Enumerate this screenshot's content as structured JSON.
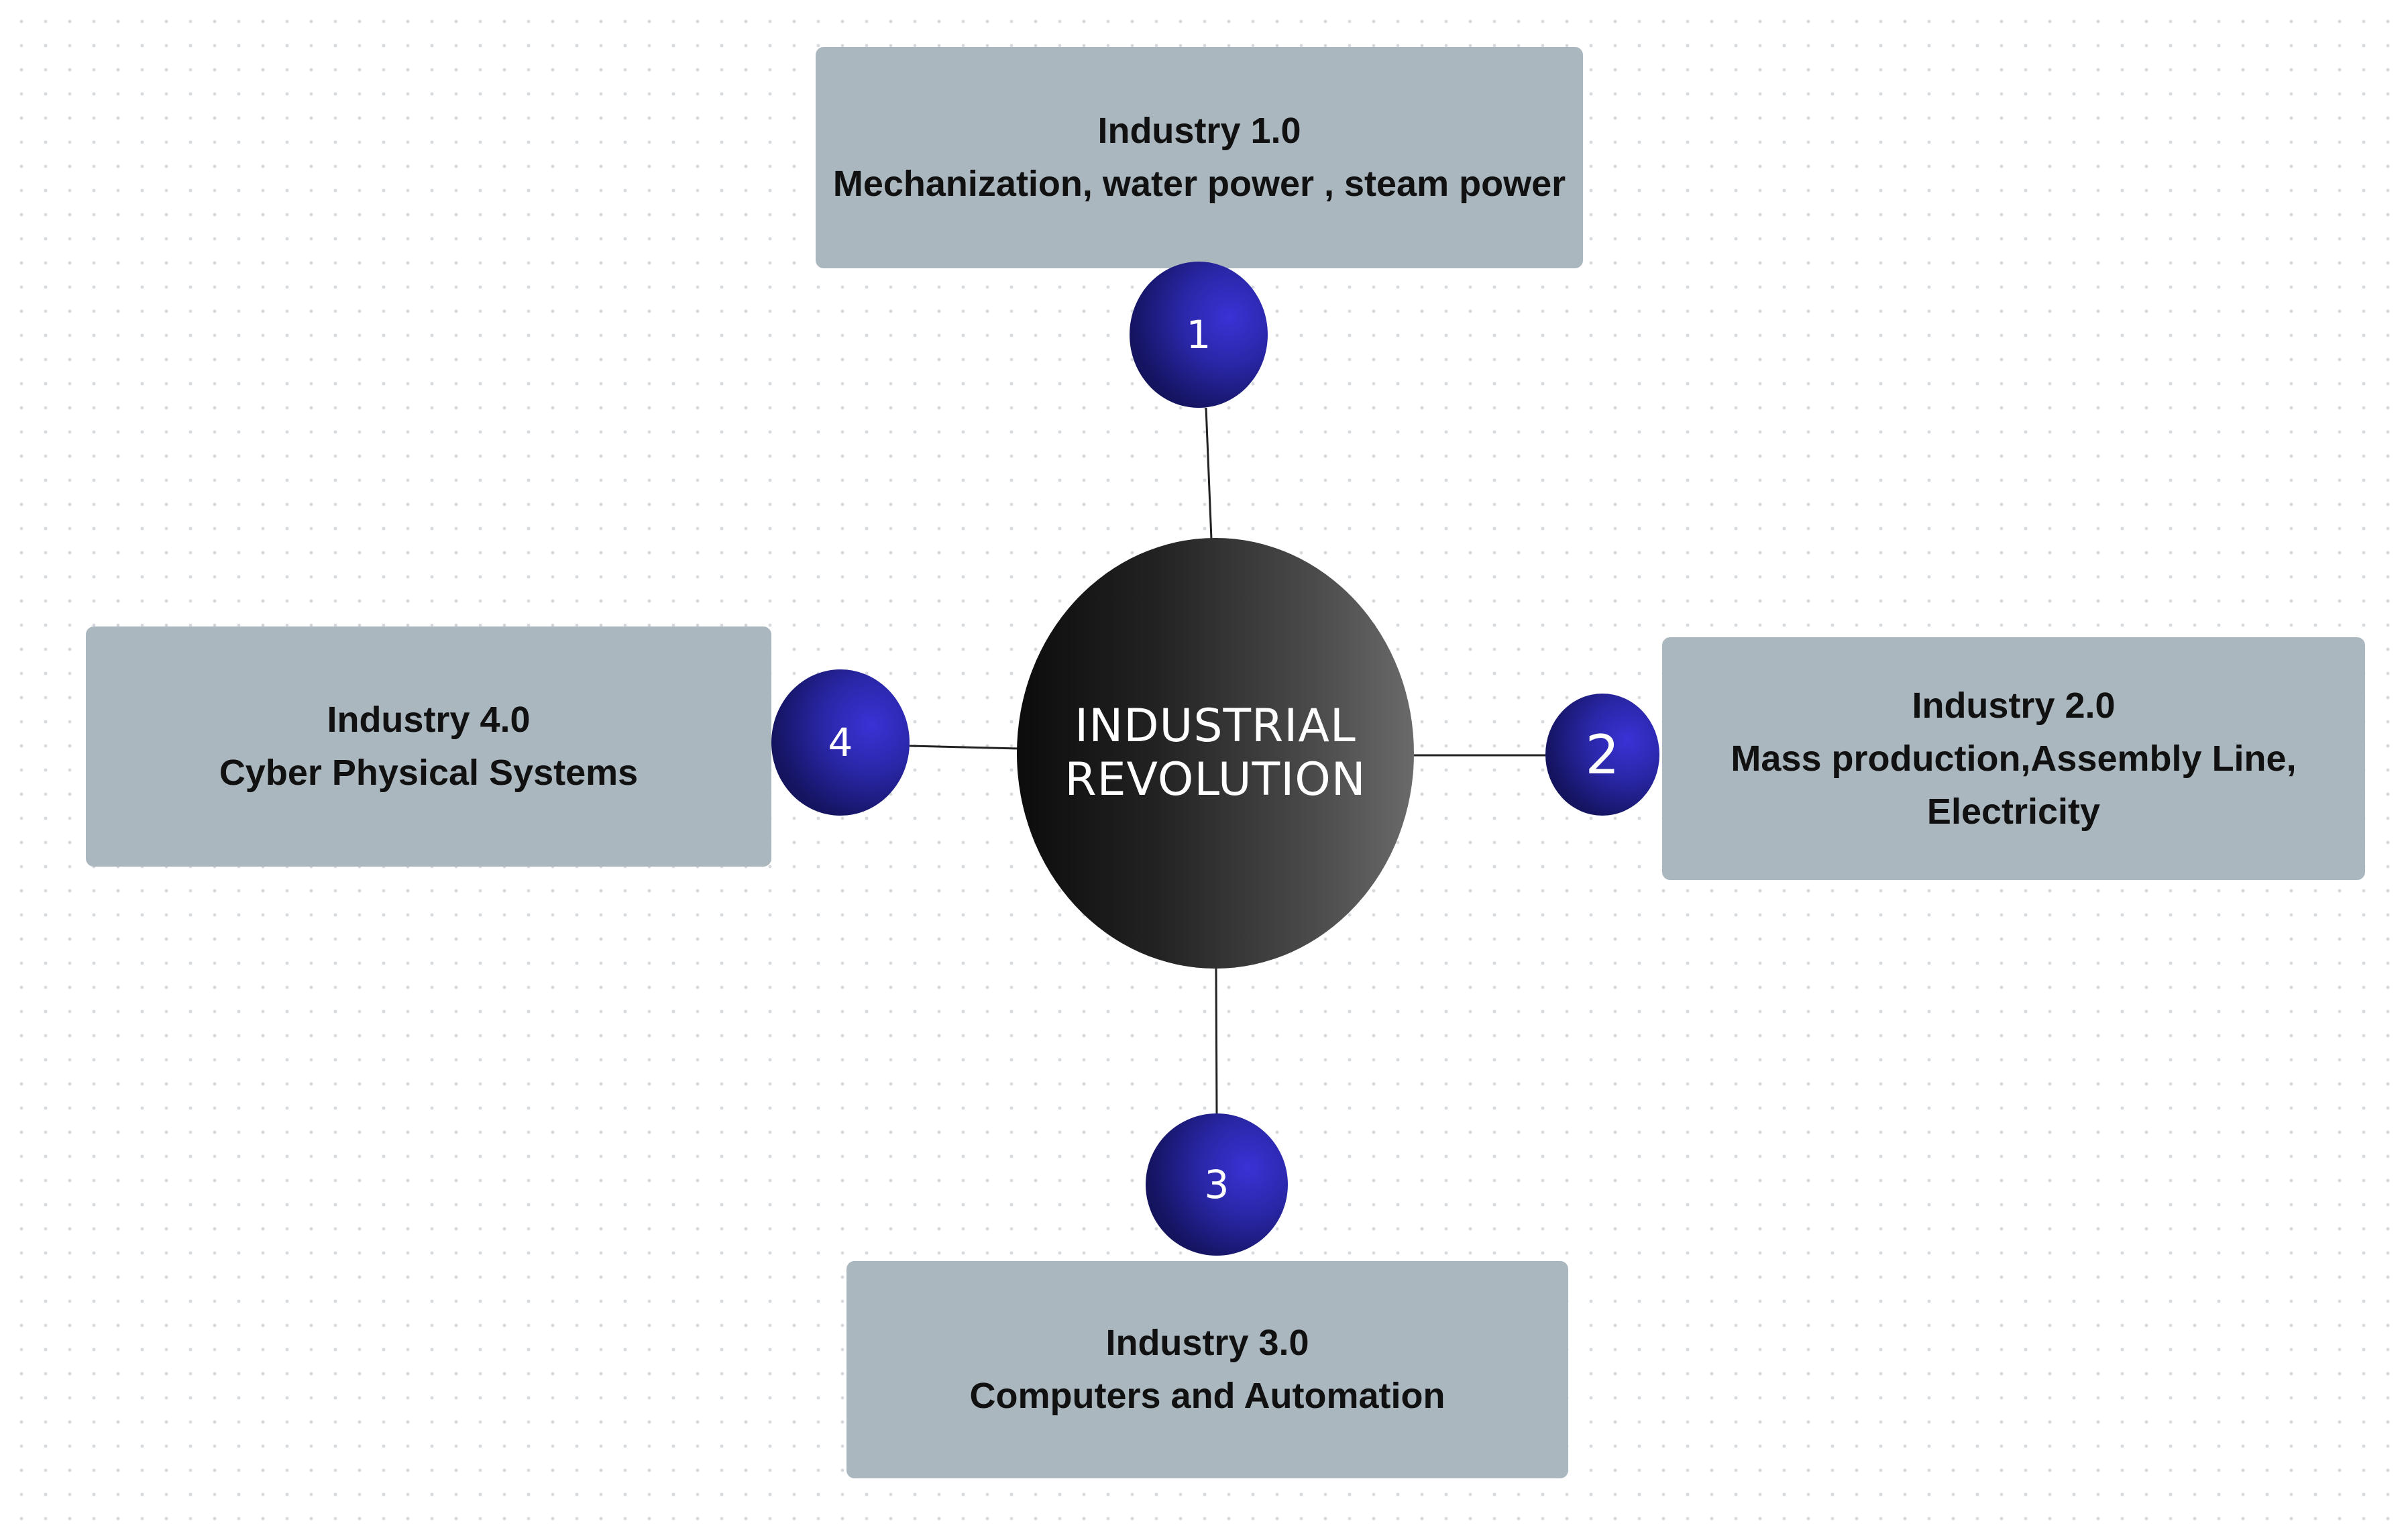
{
  "hub": {
    "line1": "INDUSTRIAL",
    "line2": "REVOLUTION"
  },
  "stages": [
    {
      "number": "1",
      "title": "Industry 1.0",
      "description": "Mechanization, water power , steam power"
    },
    {
      "number": "2",
      "title": "Industry 2.0",
      "description": "Mass production,Assembly Line, Electricity"
    },
    {
      "number": "3",
      "title": "Industry 3.0",
      "description": "Computers and Automation"
    },
    {
      "number": "4",
      "title": "Industry 4.0",
      "description": "Cyber Physical Systems"
    }
  ],
  "colors": {
    "box_fill": "#abb7bf",
    "badge_fill": "#1f1d8c",
    "hub_fill_dark": "#0c0c0c",
    "hub_fill_light": "#6a6a6a",
    "connector": "#222222"
  }
}
